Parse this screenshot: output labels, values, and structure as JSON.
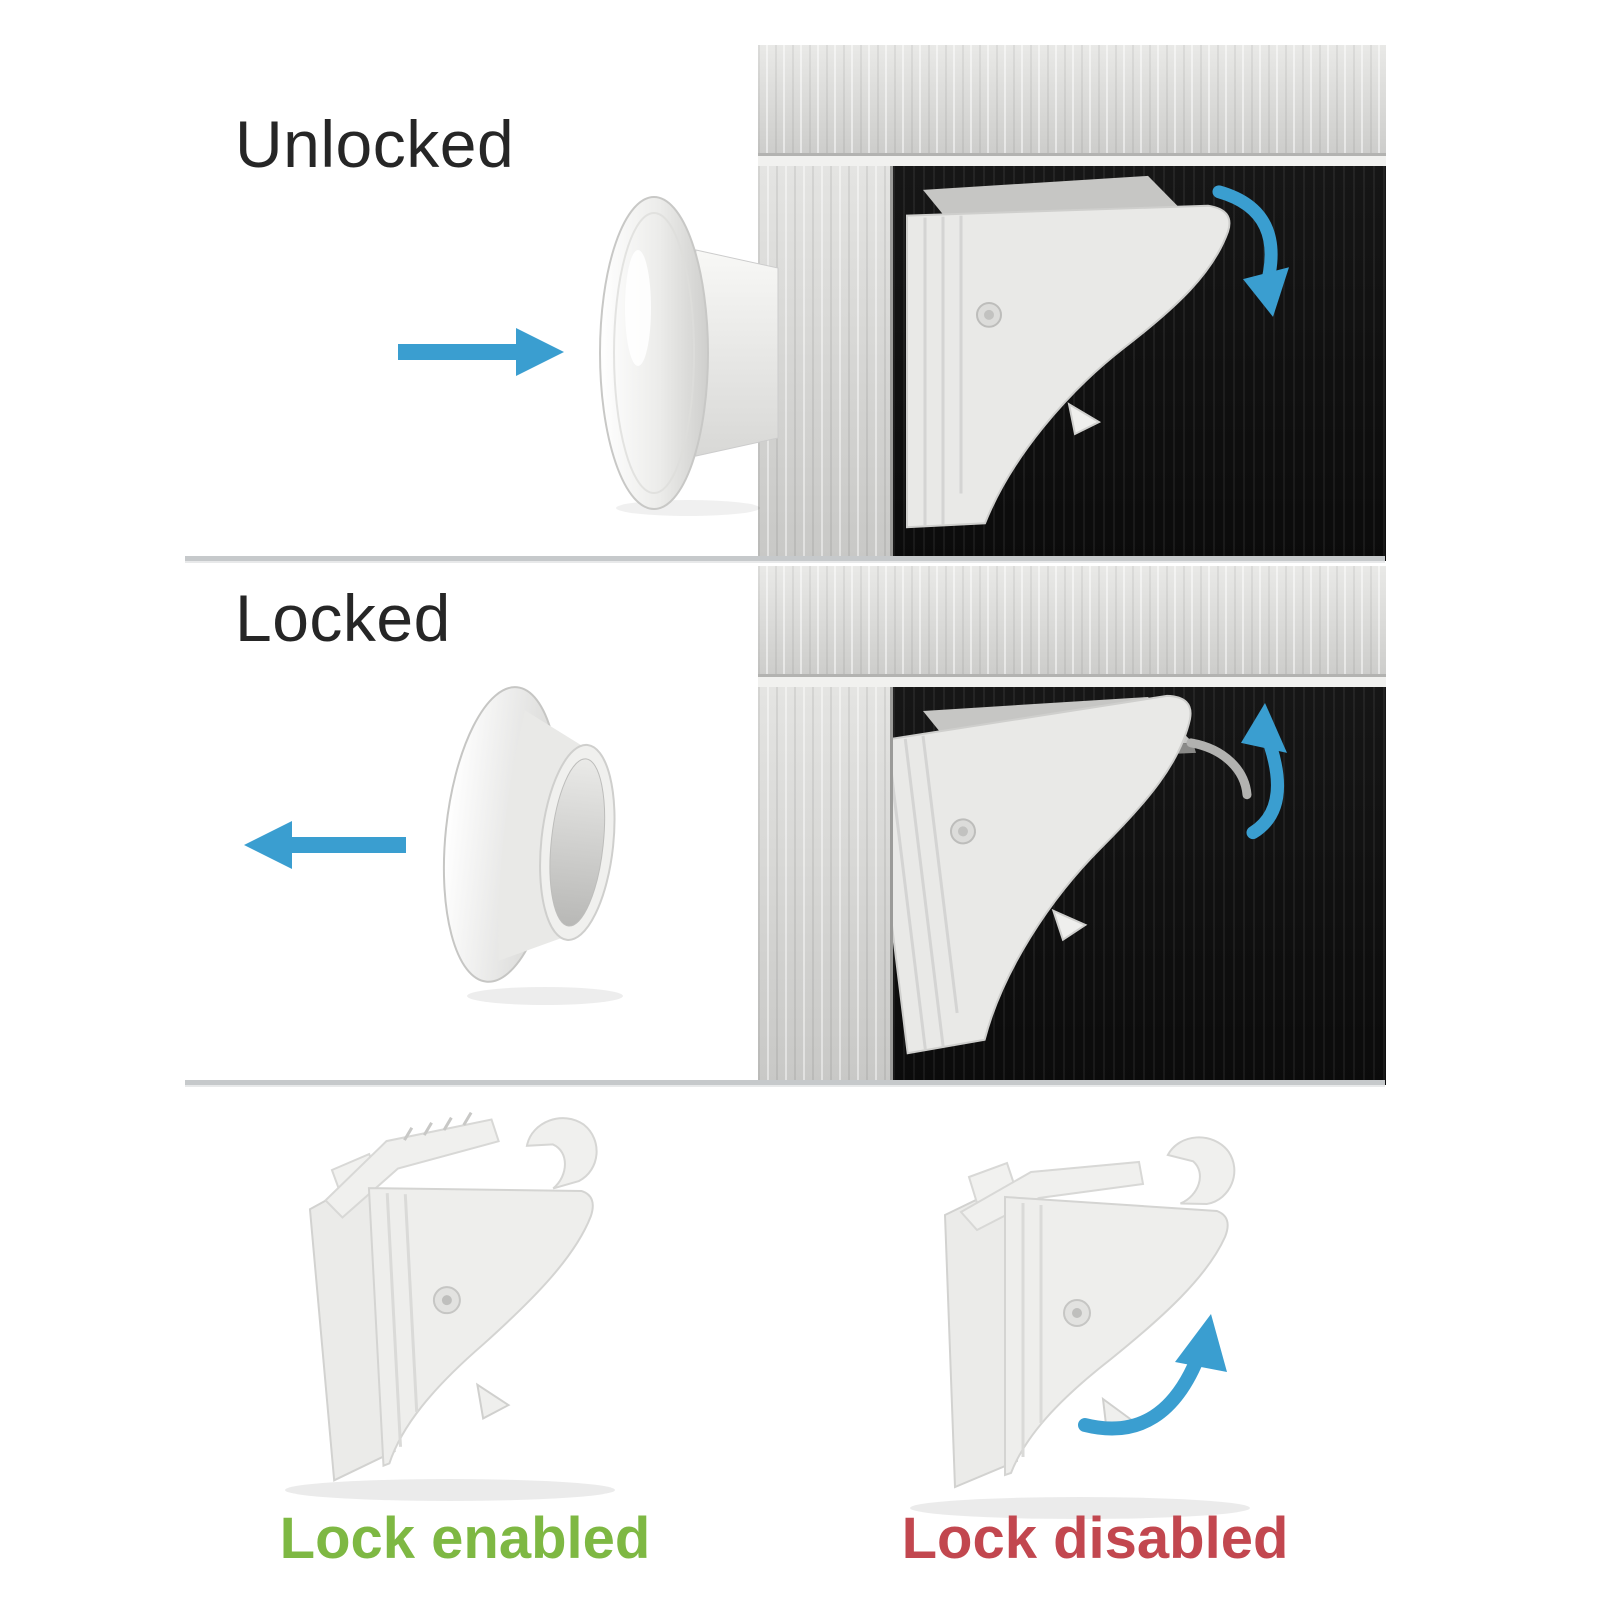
{
  "sections": {
    "unlocked": {
      "title": "Unlocked"
    },
    "locked": {
      "title": "Locked"
    },
    "bottom": {
      "enabled_label": "Lock enabled",
      "disabled_label": "Lock disabled"
    }
  },
  "icons": {
    "arrow-right-icon": "straight blue arrow pointing right toward door",
    "arrow-left-icon": "straight blue arrow pointing left away from door",
    "curved-arrow-down-icon": "curved blue arrow showing latch rotating down",
    "curved-arrow-up-icon": "curved blue arrow showing latch rotating up",
    "curved-arrow-press-icon": "curved blue arrow showing latch lever pushed up"
  },
  "colors": {
    "arrow-blue": "#3a9ed0",
    "enabled-green": "#7eb843",
    "disabled-red": "#c2474f",
    "title-color": "#262626",
    "divider-gray": "#c6c9cb"
  }
}
